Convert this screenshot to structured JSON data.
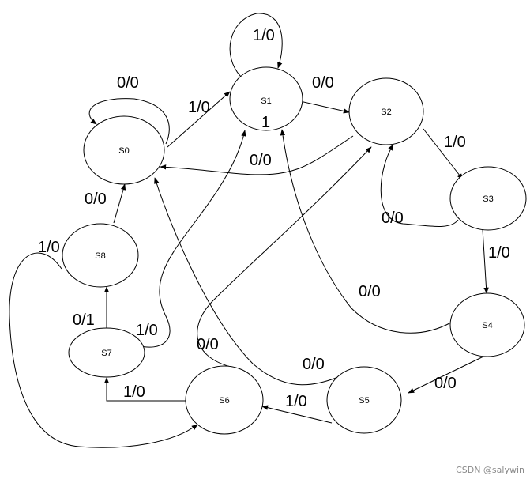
{
  "diagram": {
    "states": [
      {
        "id": "S0",
        "label": "S0"
      },
      {
        "id": "S1",
        "label": "S1"
      },
      {
        "id": "S2",
        "label": "S2"
      },
      {
        "id": "S3",
        "label": "S3"
      },
      {
        "id": "S4",
        "label": "S4"
      },
      {
        "id": "S5",
        "label": "S5"
      },
      {
        "id": "S6",
        "label": "S6"
      },
      {
        "id": "S7",
        "label": "S7"
      },
      {
        "id": "S8",
        "label": "S8"
      }
    ],
    "transitions": [
      {
        "from": "S0",
        "to": "S0",
        "label": "0/0"
      },
      {
        "from": "S0",
        "to": "S1",
        "label": "1/0"
      },
      {
        "from": "S1",
        "to": "S1",
        "label": "1/0"
      },
      {
        "from": "S1",
        "to": "S2",
        "label": "0/0"
      },
      {
        "from": "S2",
        "to": "S0",
        "label": "0/0"
      },
      {
        "from": "S2",
        "to": "S3",
        "label": "1/0"
      },
      {
        "from": "S3",
        "to": "S2",
        "label": "0/0"
      },
      {
        "from": "S3",
        "to": "S4",
        "label": "1/0"
      },
      {
        "from": "S4",
        "to": "S1",
        "label": "0/0"
      },
      {
        "from": "S4",
        "to": "S5",
        "label": "0/0"
      },
      {
        "from": "S5",
        "to": "S0",
        "label": "0/0"
      },
      {
        "from": "S5",
        "to": "S6",
        "label": "1/0"
      },
      {
        "from": "S6",
        "to": "S2",
        "label": "0/0"
      },
      {
        "from": "S6",
        "to": "S7",
        "label": "1/0"
      },
      {
        "from": "S7",
        "to": "S1",
        "label": "1/0"
      },
      {
        "from": "S7",
        "to": "S8",
        "label": "0/1"
      },
      {
        "from": "S8",
        "to": "S0",
        "label": "0/0"
      },
      {
        "from": "S8",
        "to": "S6",
        "label": "1/0"
      }
    ],
    "extra_labels": [
      {
        "near": "S1",
        "text": "1"
      }
    ],
    "watermark": "CSDN @salywin"
  }
}
